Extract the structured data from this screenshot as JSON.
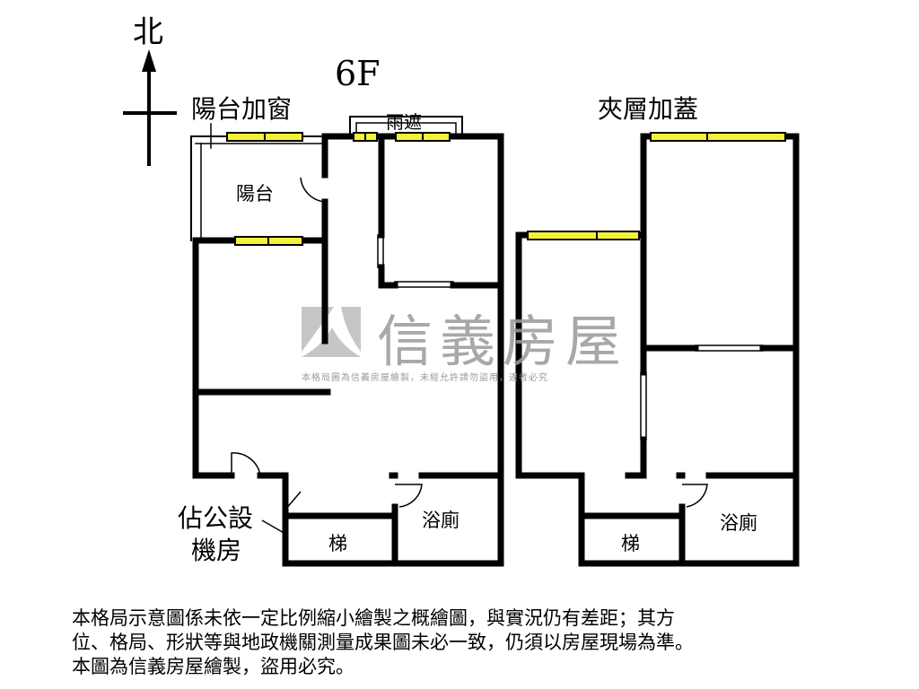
{
  "compass": {
    "north_label": "北"
  },
  "plans": [
    {
      "floor_label": "6F",
      "balcony_window_label": "陽台加窗",
      "awning_label": "雨遮",
      "balcony_label": "陽台",
      "bathroom_label": "浴廁",
      "stairs_label": "梯",
      "public_area_label_line1": "佔公設",
      "public_area_label_line2": "機房"
    },
    {
      "floor_label": "夾層加蓋",
      "bathroom_label": "浴廁",
      "stairs_label": "梯"
    }
  ],
  "watermark": {
    "brand": "信義房屋",
    "notice": "本格局圖為信義房屋繪製，未經允許請勿盜用，違者必究"
  },
  "disclaimer": {
    "line1": "本格局示意圖係未依一定比例縮小繪製之概繪圖，與實況仍有差距；其方",
    "line2": "位、格局、形狀等與地政機關測量成果圖未必一致，仍須以房屋現場為準。",
    "line3": "本圖為信義房屋繪製，盜用必究。"
  },
  "colors": {
    "wall": "#000000",
    "window": "#f5f03a",
    "watermark": "#9a9a9a"
  }
}
